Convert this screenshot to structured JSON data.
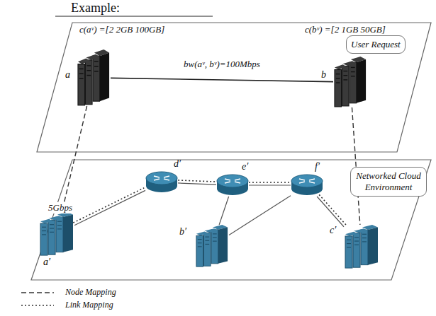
{
  "diagram": {
    "title": "Example:",
    "nodes": [
      {
        "text": [
          "User Request"
        ]
      },
      {
        "text": [
          "Networked Cloud Environment"
        ]
      },
      {
        "text": [
          "a"
        ]
      },
      {
        "text": [
          "b"
        ]
      },
      {
        "text": [
          "d′"
        ]
      },
      {
        "text": [
          "e′"
        ]
      },
      {
        "text": [
          "f′"
        ]
      },
      {
        "text": [
          "a′"
        ]
      },
      {
        "text": [
          "b′"
        ]
      },
      {
        "text": [
          "c′"
        ]
      }
    ],
    "edges": [
      {
        "from": 2,
        "to": 3,
        "label": "bw(aᵛ, bᵛ)=100Mbps",
        "arrow": "none"
      },
      {
        "from": 2,
        "to": 7,
        "arrow": "none"
      },
      {
        "from": 3,
        "to": 9,
        "arrow": "none"
      },
      {
        "from": 7,
        "to": 4,
        "label": "5Gbps",
        "arrow": "none"
      },
      {
        "from": 4,
        "to": 5,
        "arrow": "none"
      },
      {
        "from": 5,
        "to": 6,
        "arrow": "none"
      },
      {
        "from": 5,
        "to": 8,
        "arrow": "none"
      },
      {
        "from": 6,
        "to": 8,
        "arrow": "none"
      },
      {
        "from": 6,
        "to": 9,
        "arrow": "none"
      },
      {
        "from": 7,
        "to": 4,
        "arrow": "none"
      },
      {
        "from": 4,
        "to": 5,
        "arrow": "none"
      },
      {
        "from": 5,
        "to": 6,
        "arrow": "none"
      },
      {
        "from": 6,
        "to": 9,
        "arrow": "none"
      }
    ],
    "labels": [
      "c(aᵛ) =[2 2GB 100GB]",
      "c(bᵛ) =[2 1GB 50GB]"
    ],
    "legend": [
      {
        "text": "Node Mapping"
      },
      {
        "text": "Link Mapping"
      }
    ]
  }
}
